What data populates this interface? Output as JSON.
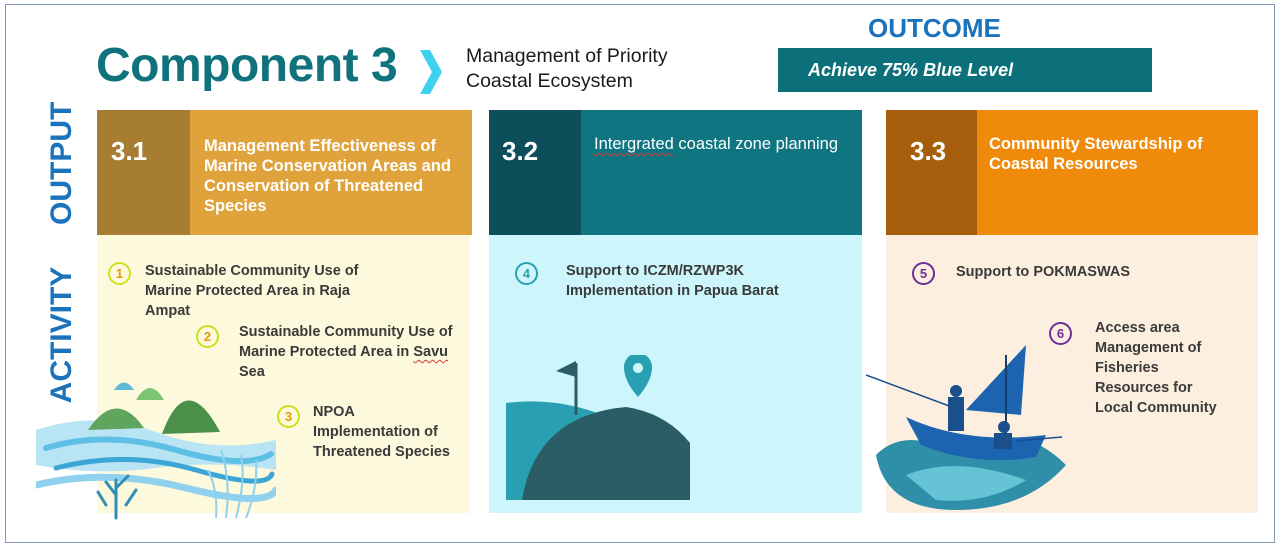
{
  "header": {
    "title": "Component 3",
    "subtitle_line1": "Management of Priority",
    "subtitle_line2": "Coastal Ecosystem"
  },
  "outcome": {
    "label": "OUTCOME",
    "text": "Achieve 75% Blue Level"
  },
  "side_labels": {
    "output": "OUTPUT",
    "activity": "ACTIVITY"
  },
  "outputs": [
    {
      "number": "3.1",
      "title": "Management Effectiveness of Marine Conservation Areas and Conservation of Threatened Species"
    },
    {
      "number": "3.2",
      "title_part1": "Intergrated",
      "title_part2": " coastal zone planning"
    },
    {
      "number": "3.3",
      "title": "Community Stewardship of Coastal Resources"
    }
  ],
  "activities": [
    {
      "number": "1",
      "text": "Sustainable Community Use of Marine Protected Area in Raja Ampat"
    },
    {
      "number": "2",
      "text_part1": "Sustainable Community Use of Marine Protected Area in ",
      "text_part2": "Savu",
      "text_part3": " Sea"
    },
    {
      "number": "3",
      "text": "NPOA Implementation of Threatened Species"
    },
    {
      "number": "4",
      "text": "Support to ICZM/RZWP3K Implementation in Papua Barat"
    },
    {
      "number": "5",
      "text": "Support to POKMASWAS"
    },
    {
      "number": "6",
      "text": "Access area Management of Fisheries Resources for Local Community"
    }
  ],
  "colors": {
    "teal_dark": "#0b707a",
    "title_teal": "#0f727c",
    "blue_label": "#1a73bb",
    "gold_dark": "#a77c33",
    "gold": "#e0a33b",
    "teal_num": "#0c4e5a",
    "teal_head": "#0f7580",
    "orange_dark": "#a65e0c",
    "orange": "#f08a0b",
    "panel_yellow": "#fdf9dc",
    "panel_cyan": "#ccf6fb",
    "panel_peach": "#fdefe0"
  }
}
